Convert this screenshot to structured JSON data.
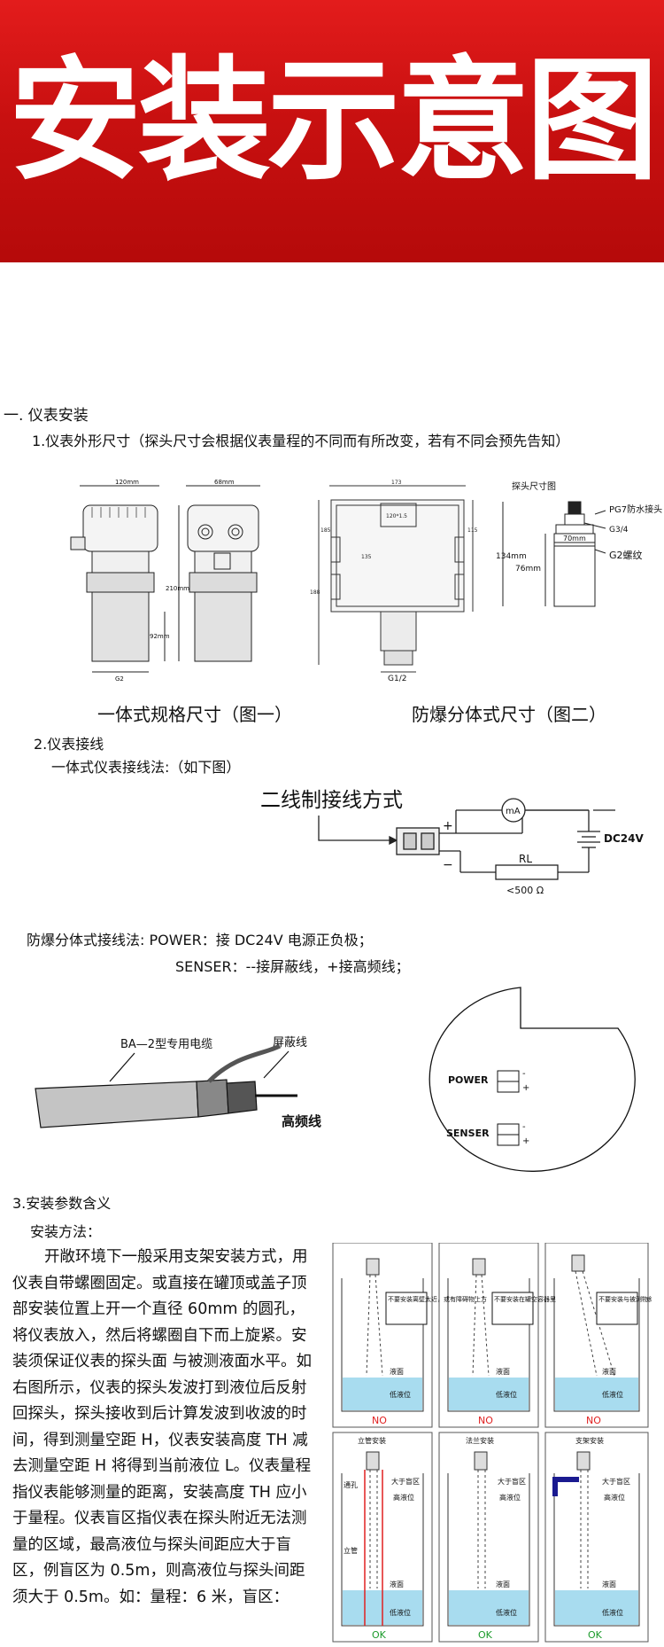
{
  "banner": {
    "title": "安装示意图"
  },
  "section1": {
    "heading": "一.  仪表安装",
    "item1_heading": "1.仪表外形尺寸（探头尺寸会根据仪表量程的不同而有所改变，若有不同会预先告知）",
    "fig1": {
      "dim_top_left": "120mm",
      "dim_top_right": "68mm",
      "dim_height": "210mm",
      "dim_probe": "92mm",
      "thread": "G2",
      "caption": "一体式规格尺寸（图一）"
    },
    "fig2": {
      "dim_top": "173",
      "dim_inner": "120*1.5",
      "dim_left": "185",
      "dim_mid": "135",
      "dim_right_small": "115",
      "dim_total": "188",
      "thread": "G1/2",
      "caption": "防爆分体式尺寸（图二）"
    },
    "probe": {
      "title": "探头尺寸图",
      "connector": "PG7防水接头",
      "g34": "G3/4",
      "width": "70mm",
      "h134": "134mm",
      "h76": "76mm",
      "thread": "G2螺纹"
    },
    "item2_heading": "2.仪表接线",
    "wiring_intro": "一体式仪表接线法:（如下图）",
    "two_wire": {
      "title": "二线制接线方式",
      "ma": "mA",
      "dc": "DC24V",
      "rl": "RL",
      "rl_value": "<500 Ω",
      "plus": "+",
      "minus": "−"
    }
  },
  "explosion_wiring": {
    "line1": "防爆分体式接线法:  POWER：接 DC24V 电源正负极；",
    "line2": "SENSER：--接屏蔽线，+接高频线；",
    "cable_label": "BA—2型专用电缆",
    "shield_label": "屏蔽线",
    "hf_label": "高频线",
    "power": "POWER",
    "senser": "SENSER",
    "minus": "-",
    "plus": "+"
  },
  "section3": {
    "heading": "3.安装参数含义",
    "method_label": "安装方法：",
    "paragraph": "开敞环境下一般采用支架安装方式，用仪表自带螺圈固定。或直接在罐顶或盖子顶部安装位置上开一个直径  60mm 的圆孔，将仪表放入，然后将螺圈自下而上旋紧。安装须保证仪表的探头面 与被测液面水平。如右图所示，仪表的探头发波打到液位后反射回探头，探头接收到后计算发波到收波的时间，得到测量空距 H，仪表安装高度 TH 减去测量空距 H 将得到当前液位 L。仪表量程指仪表能够测量的距离，安装高度 TH 应小于量程。仪表盲区指仪表在探头附近无法测量的区域，最高液位与探头间距应大于盲区，例盲区为 0.5m，则高液位与探头间距须大于 0.5m。如：量程：6 米，盲区：",
    "panels": {
      "p1_note": "不要安装离壁太近，或有障碍物上方",
      "p2_note": "不要安装在罐空容器里",
      "p3_note": "不要安装与被测物斜着",
      "liquid": "液面",
      "low_level": "低液位",
      "high_level": "高液位",
      "blind": "大于盲区",
      "through_hole": "通孔",
      "pipe": "立管",
      "no": "NO",
      "ok": "OK",
      "t1": "立管安装",
      "t2": "法兰安装",
      "t3": "支架安装"
    }
  }
}
